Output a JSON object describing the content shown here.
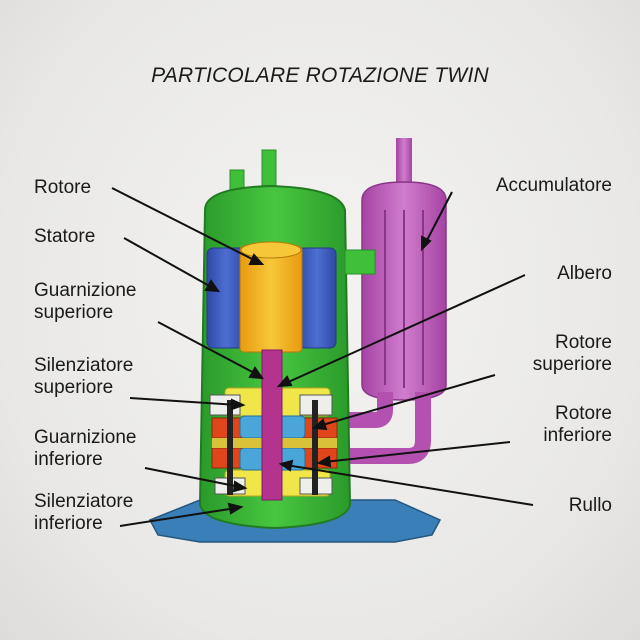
{
  "title": "PARTICOLARE ROTAZIONE TWIN",
  "labels_left": [
    {
      "id": "rotore",
      "lines": [
        "Rotore"
      ]
    },
    {
      "id": "statore",
      "lines": [
        "Statore"
      ]
    },
    {
      "id": "guarnizione-superiore",
      "lines": [
        "Guarnizione",
        "superiore"
      ]
    },
    {
      "id": "silenziatore-superiore",
      "lines": [
        "Silenziatore",
        "superiore"
      ]
    },
    {
      "id": "guarnizione-inferiore",
      "lines": [
        "Guarnizione",
        "inferiore"
      ]
    },
    {
      "id": "silenziatore-inferiore",
      "lines": [
        "Silenziatore",
        "inferiore"
      ]
    }
  ],
  "labels_right": [
    {
      "id": "accumulatore",
      "lines": [
        "Accumulatore"
      ]
    },
    {
      "id": "albero",
      "lines": [
        "Albero"
      ]
    },
    {
      "id": "rotore-superiore",
      "lines": [
        "Rotore",
        "superiore"
      ]
    },
    {
      "id": "rotore-inferiore",
      "lines": [
        "Rotore",
        "inferiore"
      ]
    },
    {
      "id": "rullo",
      "lines": [
        "Rullo"
      ]
    }
  ],
  "colors": {
    "shell": "#3fbf3a",
    "shell_dark": "#2a8f2a",
    "stator": "#3f5fc0",
    "rotor": "#f2b21a",
    "shaft": "#b3338f",
    "accumulator": "#c266c0",
    "base": "#3b7fb8",
    "pump_red": "#e0461c",
    "pump_blue": "#4aa6d8",
    "leader": "#111111"
  }
}
